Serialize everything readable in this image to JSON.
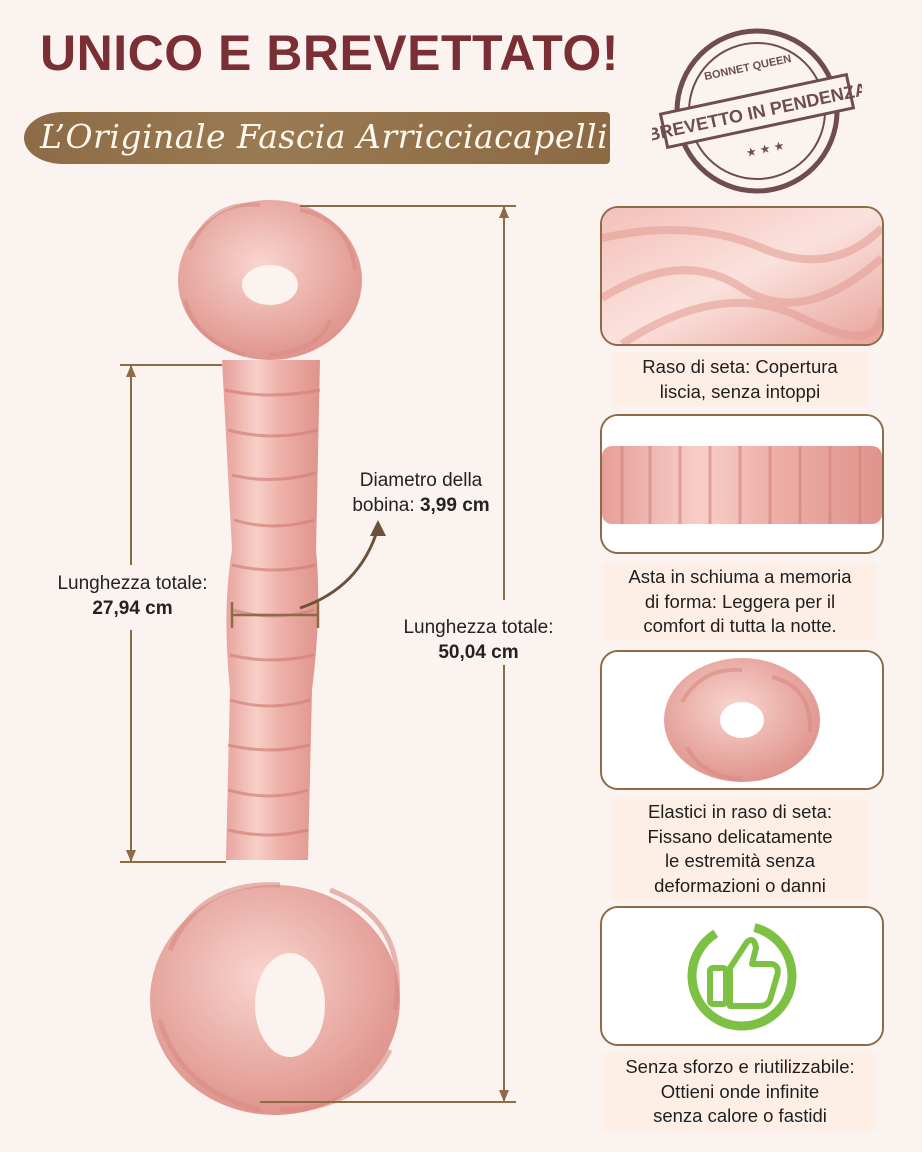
{
  "header": {
    "title": "UNICO E BREVETTATO!",
    "subtitle": "L’Originale Fascia Arricciacapelli."
  },
  "stamp": {
    "brand": "BONNET QUEEN",
    "text": "BREVETTO IN PENDENZA"
  },
  "measurements": {
    "coil_diameter_label": "Diametro della",
    "coil_diameter_label2": "bobina:",
    "coil_diameter_value": "3,99 cm",
    "inner_length_label": "Lunghezza totale:",
    "inner_length_value": "27,94 cm",
    "total_length_label": "Lunghezza totale:",
    "total_length_value": "50,04 cm"
  },
  "features": [
    {
      "icon": "satin-fabric-photo",
      "lines": [
        "Raso di seta: Copertura",
        "liscia, senza intoppi"
      ]
    },
    {
      "icon": "foam-rod-photo",
      "lines": [
        "Asta in schiuma a memoria",
        "di forma: Leggera per il",
        "comfort di tutta la notte."
      ]
    },
    {
      "icon": "scrunchie-photo",
      "lines": [
        "Elastici in raso di seta:",
        "Fissano delicatamente",
        "le estremità senza",
        "deformazioni o danni"
      ]
    },
    {
      "icon": "thumbs-up-icon",
      "lines": [
        "Senza sforzo e riutilizzabile:",
        "Ottieni onde infinite",
        "senza calore o fastidi"
      ]
    }
  ],
  "colors": {
    "title": "#7a2f34",
    "accent": "#8c6b46",
    "satin_pink": "#efb4ad",
    "eco_green": "#7cc143"
  }
}
